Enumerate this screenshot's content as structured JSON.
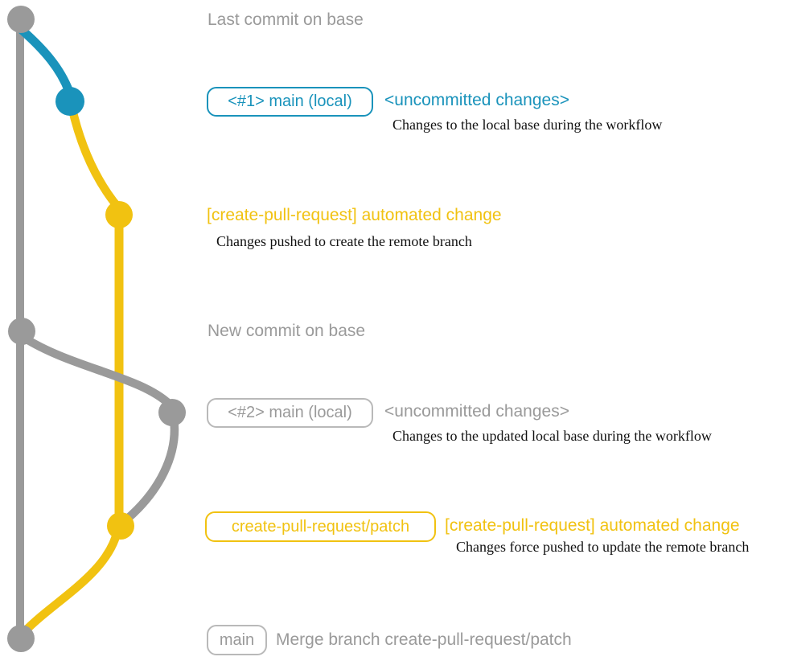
{
  "colors": {
    "blue": "#1a93bb",
    "yellow": "#f1c211",
    "gray": "#9a9a9a",
    "gray-border": "#b9b9b9",
    "black": "#111111"
  },
  "labels": {
    "last_commit": "Last commit on base",
    "new_commit": "New commit on base"
  },
  "row1": {
    "badge": "<#1> main (local)",
    "heading": "<uncommitted changes>",
    "description": "Changes to the local base during the workflow"
  },
  "row2": {
    "heading": "[create-pull-request] automated change",
    "description": "Changes pushed to create the remote branch"
  },
  "row3": {
    "badge": "<#2> main (local)",
    "heading": "<uncommitted changes>",
    "description": "Changes to the updated local base during the workflow"
  },
  "row4": {
    "badge": "create-pull-request/patch",
    "heading": "[create-pull-request] automated change",
    "description": "Changes force pushed to update the remote branch"
  },
  "row5": {
    "badge": "main",
    "heading": "Merge branch create-pull-request/patch"
  }
}
